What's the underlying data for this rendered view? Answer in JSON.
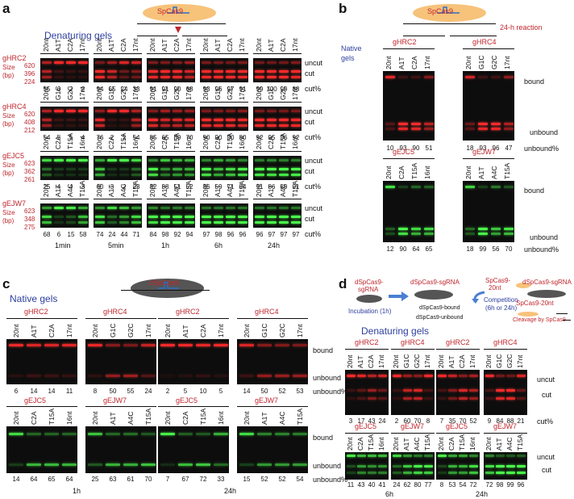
{
  "panel_a": {
    "letter": "a",
    "enzyme": "SpCas9",
    "gel_type": "Denaturing gels",
    "size_label": "Size",
    "size_unit": "(bp)",
    "right_uncut": "uncut",
    "right_cut": "cut",
    "right_cutpct": "cut%",
    "timepoints": [
      "1min",
      "5min",
      "1h",
      "6h",
      "24h"
    ],
    "rows": [
      {
        "name": "gHRC2",
        "lanes": [
          "20nt",
          "A1T",
          "C2A",
          "17nt"
        ],
        "sizes": [
          "620",
          "396",
          "224"
        ],
        "color": "#ff2a2a",
        "values": [
          [
            "55",
            "6",
            "2",
            "2"
          ],
          [
            "94",
            "65",
            "24",
            "33"
          ],
          [
            "91",
            "91",
            "90",
            "68"
          ],
          [
            "93",
            "96",
            "97",
            "91"
          ],
          [
            "99",
            "100",
            "99",
            "88"
          ]
        ]
      },
      {
        "name": "gHRC4",
        "lanes": [
          "20nt",
          "G1C",
          "G2C",
          "17nt"
        ],
        "sizes": [
          "620",
          "408",
          "212"
        ],
        "color": "#ff2a2a",
        "values": [
          [
            "54",
            "5",
            "5",
            "4"
          ],
          [
            "76",
            "2",
            "2",
            "54"
          ],
          [
            "85",
            "65",
            "69",
            "70"
          ],
          [
            "90",
            "90",
            "90",
            "80"
          ],
          [
            "92",
            "95",
            "96",
            "92"
          ]
        ]
      },
      {
        "name": "gEJC5",
        "lanes": [
          "20nt",
          "C2A",
          "T15A",
          "16nt"
        ],
        "sizes": [
          "623",
          "362",
          "261"
        ],
        "color": "#4cff4c",
        "values": [
          [
            "25",
            "4",
            "4",
            "3"
          ],
          [
            "60",
            "3",
            "2",
            "23"
          ],
          [
            "82",
            "38",
            "51",
            "52"
          ],
          [
            "86",
            "59",
            "71",
            "84"
          ],
          [
            "91",
            "86",
            "89",
            "91"
          ]
        ]
      },
      {
        "name": "gEJW7",
        "lanes": [
          "20nt",
          "A1T",
          "A4C",
          "T15A"
        ],
        "sizes": [
          "623",
          "348",
          "275"
        ],
        "color": "#4cff4c",
        "values": [
          [
            "68",
            "6",
            "15",
            "58"
          ],
          [
            "74",
            "24",
            "44",
            "71"
          ],
          [
            "84",
            "98",
            "92",
            "94"
          ],
          [
            "97",
            "98",
            "96",
            "96"
          ],
          [
            "96",
            "97",
            "97",
            "97"
          ]
        ]
      }
    ]
  },
  "panel_b": {
    "letter": "b",
    "enzyme": "SpCas9",
    "reaction": "24-h reaction",
    "gel_type_1": "Native",
    "gel_type_2": "gels",
    "bound": "bound",
    "unbound": "unbound",
    "unbound_pct": "unbound%",
    "groups": [
      {
        "name": "gHRC2",
        "lanes": [
          "20nt",
          "A1T",
          "C2A",
          "17nt"
        ],
        "values": [
          "10",
          "93",
          "90",
          "51"
        ]
      },
      {
        "name": "gHRC4",
        "lanes": [
          "20nt",
          "G1C",
          "G2C",
          "17nt"
        ],
        "values": [
          "18",
          "93",
          "96",
          "47"
        ]
      },
      {
        "name": "gEJC5",
        "lanes": [
          "20nt",
          "C2A",
          "T15A",
          "16nt"
        ],
        "values": [
          "12",
          "90",
          "64",
          "65"
        ]
      },
      {
        "name": "gEJW7",
        "lanes": [
          "20nt",
          "A1T",
          "A4C",
          "T15A"
        ],
        "values": [
          "18",
          "99",
          "56",
          "70"
        ]
      }
    ]
  },
  "panel_c": {
    "letter": "c",
    "enzyme": "dSpCas9",
    "gel_type": "Native gels",
    "bound": "bound",
    "unbound": "unbound",
    "unbound_pct": "unbound%",
    "times": [
      "1h",
      "24h"
    ],
    "top": [
      {
        "name": "gHRC2",
        "lanes": [
          "20nt",
          "A1T",
          "C2A",
          "17nt"
        ],
        "values": [
          "6",
          "14",
          "14",
          "11"
        ]
      },
      {
        "name": "gHRC4",
        "lanes": [
          "20nt",
          "G1C",
          "G2C",
          "17nt"
        ],
        "values": [
          "8",
          "50",
          "55",
          "24"
        ]
      },
      {
        "name": "gHRC2",
        "lanes": [
          "20nt",
          "A1T",
          "C2A",
          "17nt"
        ],
        "values": [
          "2",
          "5",
          "10",
          "5"
        ]
      },
      {
        "name": "gHRC4",
        "lanes": [
          "20nt",
          "G1C",
          "G2C",
          "17nt"
        ],
        "values": [
          "14",
          "50",
          "52",
          "53"
        ]
      }
    ],
    "bottom": [
      {
        "name": "gEJC5",
        "lanes": [
          "20nt",
          "C2A",
          "T15A",
          "16nt"
        ],
        "values": [
          "14",
          "64",
          "65",
          "64"
        ]
      },
      {
        "name": "gEJW7",
        "lanes": [
          "20nt",
          "A1T",
          "A4C",
          "T15A"
        ],
        "values": [
          "25",
          "63",
          "61",
          "70"
        ]
      },
      {
        "name": "gEJC5",
        "lanes": [
          "20nt",
          "C2A",
          "T15A",
          "16nt"
        ],
        "values": [
          "7",
          "67",
          "72",
          "33"
        ]
      },
      {
        "name": "gEJW7",
        "lanes": [
          "20nt",
          "A1T",
          "A4C",
          "T15A"
        ],
        "values": [
          "15",
          "52",
          "52",
          "54"
        ]
      }
    ]
  },
  "panel_d": {
    "letter": "d",
    "s1a": "dSpCas9-",
    "s1b": "sgRNA",
    "incubation": "Incubation (1h)",
    "s2": "dSpCas9-sgRNA",
    "s2_bound": "dSpCas9-bound",
    "s2_unbound": "dSpCas9-unbound",
    "comp_enzyme_a": "SpCas9-",
    "comp_enzyme_b": "20nt",
    "competition_a": "Competition",
    "competition_b": "(6h or 24h)",
    "s3": "dSpCas9-sgRNA",
    "s3_enzyme": "SpCas9-20nt",
    "cleavage": "Cleavage by SpCas9",
    "gel_type": "Denaturing gels",
    "uncut": "uncut",
    "cut": "cut",
    "cut_pct": "cut%",
    "times": [
      "6h",
      "24h"
    ],
    "top": [
      {
        "name": "gHRC2",
        "lanes": [
          "20nt",
          "A1T",
          "C2A",
          "17nt"
        ],
        "values": [
          "3",
          "17",
          "43",
          "24"
        ]
      },
      {
        "name": "gHRC4",
        "lanes": [
          "20nt",
          "G1C",
          "G2C",
          "17nt"
        ],
        "values": [
          "2",
          "60",
          "70",
          "8"
        ]
      },
      {
        "name": "gHRC2",
        "lanes": [
          "20nt",
          "A1T",
          "C2A",
          "17nt"
        ],
        "values": [
          "7",
          "35",
          "70",
          "52"
        ]
      },
      {
        "name": "gHRC4",
        "lanes": [
          "20nt",
          "G1C",
          "G2C",
          "17nt"
        ],
        "values": [
          "9",
          "84",
          "88",
          "21"
        ]
      }
    ],
    "bottom": [
      {
        "name": "gEJC5",
        "lanes": [
          "20nt",
          "C2A",
          "T15A",
          "16nt"
        ],
        "values": [
          "11",
          "43",
          "40",
          "41"
        ]
      },
      {
        "name": "gEJW7",
        "lanes": [
          "20nt",
          "A1T",
          "A4C",
          "T15A"
        ],
        "values": [
          "24",
          "62",
          "80",
          "77"
        ]
      },
      {
        "name": "gEJC5",
        "lanes": [
          "20nt",
          "C2A",
          "T15A",
          "16nt"
        ],
        "values": [
          "8",
          "53",
          "54",
          "72"
        ]
      },
      {
        "name": "gEJW7",
        "lanes": [
          "20nt",
          "A1T",
          "A4C",
          "T15A"
        ],
        "values": [
          "72",
          "98",
          "99",
          "96"
        ]
      }
    ]
  }
}
